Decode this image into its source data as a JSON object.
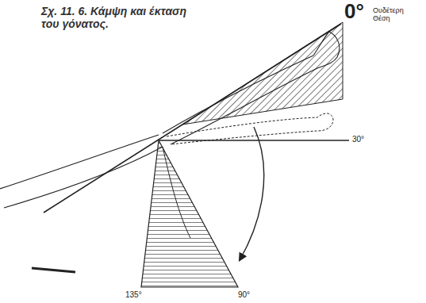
{
  "diagram": {
    "caption": "Σχ. 11. 6. Κάμψη και έκταση του γόνατος.",
    "labels": [
      "0°",
      "Ουδέτερη Θέση",
      "30°",
      "135°",
      "90°"
    ]
  }
}
